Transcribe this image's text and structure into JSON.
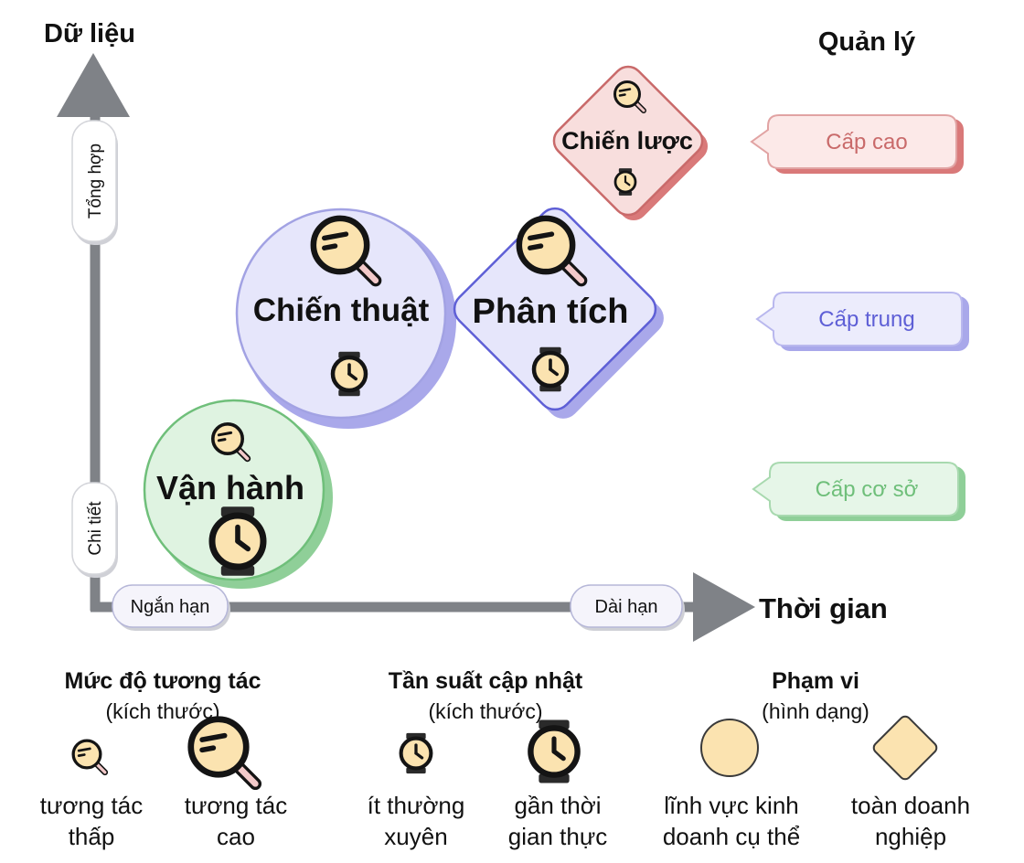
{
  "axes": {
    "y_title": "Dữ liệu",
    "x_title": "Thời gian",
    "y_top_tag": "Tổng hợp",
    "y_bottom_tag": "Chi tiết",
    "x_left_tag": "Ngắn hạn",
    "x_right_tag": "Dài hạn"
  },
  "management": {
    "title": "Quản lý",
    "levels": {
      "high": "Cấp cao",
      "middle": "Cấp trung",
      "base": "Cấp cơ sở"
    }
  },
  "nodes": {
    "strategic": "Chiến lược",
    "tactical": "Chiến thuật",
    "analytical": "Phân tích",
    "operational": "Vận hành"
  },
  "legend": {
    "interaction": {
      "title": "Mức độ tương tác",
      "subtitle": "(kích thước)",
      "low": [
        "tương tác",
        "thấp"
      ],
      "high": [
        "tương tác",
        "cao"
      ]
    },
    "frequency": {
      "title": "Tần suất cập nhật",
      "subtitle": "(kích thước)",
      "low": [
        "ít thường",
        "xuyên"
      ],
      "high": [
        "gần thời",
        "gian thực"
      ]
    },
    "scope": {
      "title": "Phạm vi",
      "subtitle": "(hình dạng)",
      "circle": [
        "lĩnh vực kinh",
        "doanh cụ thể"
      ],
      "diamond": [
        "toàn doanh",
        "nghiệp"
      ]
    }
  },
  "icons": [
    "magnifier-icon",
    "stopwatch-icon"
  ],
  "colors": {
    "axis": "#7f8287",
    "red": "#c96a6a",
    "red_fill": "#f7dcdc",
    "blue": "#5e5fd6",
    "blue_fill": "#e6e6fb",
    "green": "#6fbf7a",
    "green_fill": "#dff3e1",
    "icon_fill": "#fbe3b0"
  }
}
